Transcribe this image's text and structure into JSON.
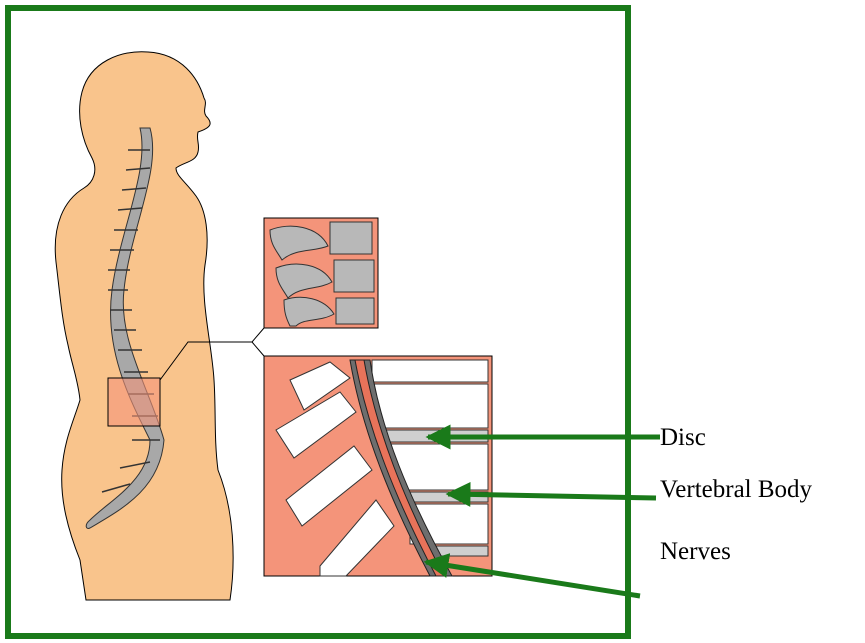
{
  "labels": {
    "disc": "Disc",
    "vertebral_body": "Vertebral Body",
    "nerves": "Nerves"
  },
  "colors": {
    "frame": "#1a7a1a",
    "skin": "#f9c48c",
    "bone": "#9a9a9a",
    "tissue": "#f4947a",
    "cord": "#e8735a",
    "arrow": "#1a7a1a"
  }
}
